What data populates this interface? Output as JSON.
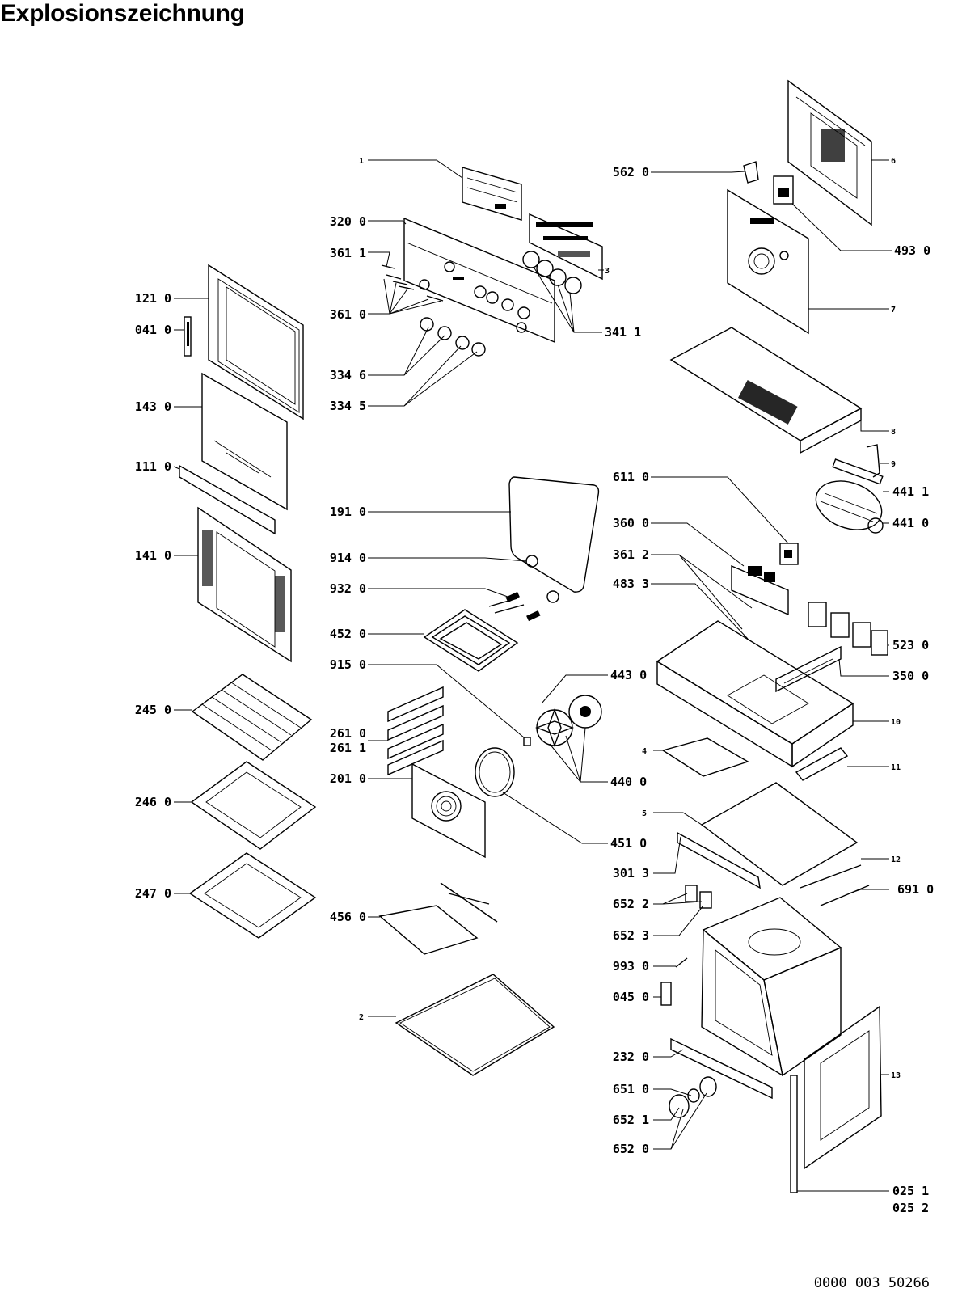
{
  "title": "Explosionszeichnung",
  "document_number": "0000 003 50266",
  "callouts": {
    "c1": "1",
    "c2": "2",
    "c3": "3",
    "c4": "4",
    "c5": "5",
    "c6": "6",
    "c7": "7",
    "c8": "8",
    "c9": "9",
    "c10": "10",
    "c11": "11",
    "c12": "12",
    "c13": "13",
    "p320_0": "320 0",
    "p361_1": "361 1",
    "p121_0": "121 0",
    "p041_0": "041 0",
    "p361_0": "361 0",
    "p334_6": "334 6",
    "p334_5": "334 5",
    "p341_1": "341 1",
    "p143_0": "143 0",
    "p111_0": "111 0",
    "p141_0": "141 0",
    "p191_0": "191 0",
    "p914_0": "914 0",
    "p932_0": "932 0",
    "p452_0": "452 0",
    "p915_0": "915 0",
    "p245_0": "245 0",
    "p261_0": "261 0",
    "p261_1": "261 1",
    "p201_0": "201 0",
    "p246_0": "246 0",
    "p247_0": "247 0",
    "p456_0": "456 0",
    "p562_0": "562 0",
    "p493_0": "493 0",
    "p611_0": "611 0",
    "p441_1": "441 1",
    "p441_0": "441 0",
    "p360_0": "360 0",
    "p361_2": "361 2",
    "p483_3": "483 3",
    "p523_0": "523 0",
    "p350_0": "350 0",
    "p443_0": "443 0",
    "p440_0": "440 0",
    "p451_0": "451 0",
    "p301_3": "301 3",
    "p652_2": "652 2",
    "p652_3": "652 3",
    "p691_0": "691 0",
    "p993_0": "993 0",
    "p045_0": "045 0",
    "p232_0": "232 0",
    "p651_0": "651 0",
    "p652_1": "652 1",
    "p652_0": "652 0",
    "p025_1": "025 1",
    "p025_2": "025 2"
  }
}
